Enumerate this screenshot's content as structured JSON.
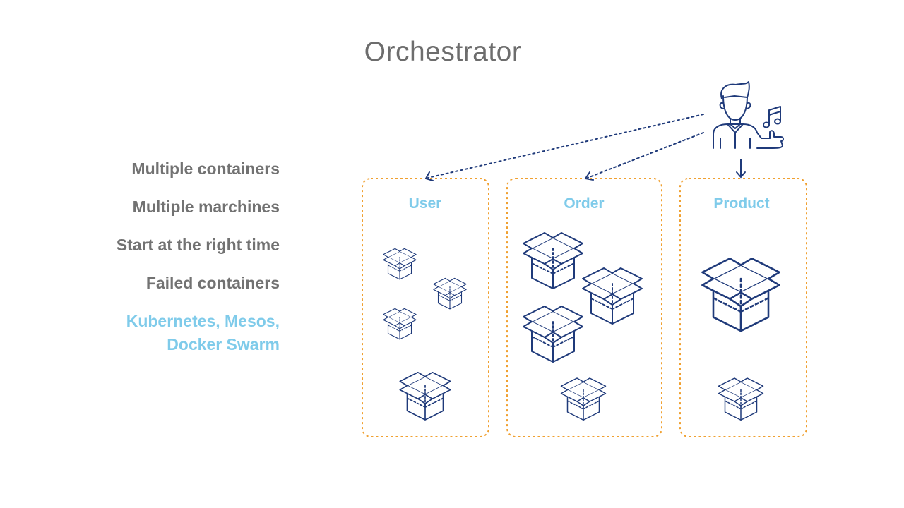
{
  "title": "Orchestrator",
  "points": [
    "Multiple containers",
    "Multiple marchines",
    "Start at the right time",
    "Failed containers"
  ],
  "tools": {
    "line1": "Kubernetes, Mesos,",
    "line2": "Docker Swarm"
  },
  "groups": [
    {
      "label": "User"
    },
    {
      "label": "Order"
    },
    {
      "label": "Product"
    }
  ],
  "colors": {
    "title": "#6d6d6d",
    "text": "#727272",
    "accent": "#7fcbea",
    "icon": "#1f3a7a",
    "border": "#f0a030"
  },
  "icons": {
    "conductor": "conductor-person-icon",
    "notes": "music-notes-icon",
    "container": "open-box-icon"
  }
}
